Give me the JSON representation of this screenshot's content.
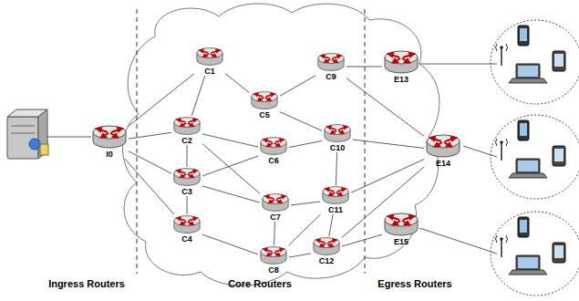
{
  "diagram": {
    "nodes": [
      {
        "text": [
          "I0"
        ]
      },
      {
        "text": [
          "C1"
        ]
      },
      {
        "text": [
          "C2"
        ]
      },
      {
        "text": [
          "C3"
        ]
      },
      {
        "text": [
          "C4"
        ]
      },
      {
        "text": [
          "C5"
        ]
      },
      {
        "text": [
          "C6"
        ]
      },
      {
        "text": [
          "C7"
        ]
      },
      {
        "text": [
          "C8"
        ]
      },
      {
        "text": [
          "C9"
        ]
      },
      {
        "text": [
          "C10"
        ]
      },
      {
        "text": [
          "C11"
        ]
      },
      {
        "text": [
          "C12"
        ]
      },
      {
        "text": [
          "E13"
        ]
      },
      {
        "text": [
          "E14"
        ]
      },
      {
        "text": [
          "E15"
        ]
      }
    ],
    "edges": [
      {
        "from": 0,
        "to": 1,
        "arrow": "none"
      },
      {
        "from": 0,
        "to": 2,
        "arrow": "none"
      },
      {
        "from": 0,
        "to": 3,
        "arrow": "none"
      },
      {
        "from": 0,
        "to": 4,
        "arrow": "none"
      },
      {
        "from": 1,
        "to": 2,
        "arrow": "none"
      },
      {
        "from": 1,
        "to": 5,
        "arrow": "none"
      },
      {
        "from": 2,
        "to": 6,
        "arrow": "none"
      },
      {
        "from": 2,
        "to": 3,
        "arrow": "none"
      },
      {
        "from": 2,
        "to": 7,
        "arrow": "none"
      },
      {
        "from": 3,
        "to": 6,
        "arrow": "none"
      },
      {
        "from": 3,
        "to": 7,
        "arrow": "none"
      },
      {
        "from": 3,
        "to": 4,
        "arrow": "none"
      },
      {
        "from": 4,
        "to": 8,
        "arrow": "none"
      },
      {
        "from": 5,
        "to": 9,
        "arrow": "none"
      },
      {
        "from": 5,
        "to": 10,
        "arrow": "none"
      },
      {
        "from": 6,
        "to": 10,
        "arrow": "none"
      },
      {
        "from": 7,
        "to": 11,
        "arrow": "none"
      },
      {
        "from": 7,
        "to": 8,
        "arrow": "none"
      },
      {
        "from": 8,
        "to": 11,
        "arrow": "none"
      },
      {
        "from": 8,
        "to": 12,
        "arrow": "none"
      },
      {
        "from": 9,
        "to": 13,
        "arrow": "none"
      },
      {
        "from": 9,
        "to": 14,
        "arrow": "none"
      },
      {
        "from": 10,
        "to": 11,
        "arrow": "none"
      },
      {
        "from": 10,
        "to": 14,
        "arrow": "none"
      },
      {
        "from": 11,
        "to": 14,
        "arrow": "none"
      },
      {
        "from": 11,
        "to": 12,
        "arrow": "none"
      },
      {
        "from": 12,
        "to": 14,
        "arrow": "none"
      },
      {
        "from": 12,
        "to": 15,
        "arrow": "none"
      }
    ],
    "labels": [
      "Ingress Routers",
      "Core Routers",
      "Egress Routers"
    ]
  }
}
